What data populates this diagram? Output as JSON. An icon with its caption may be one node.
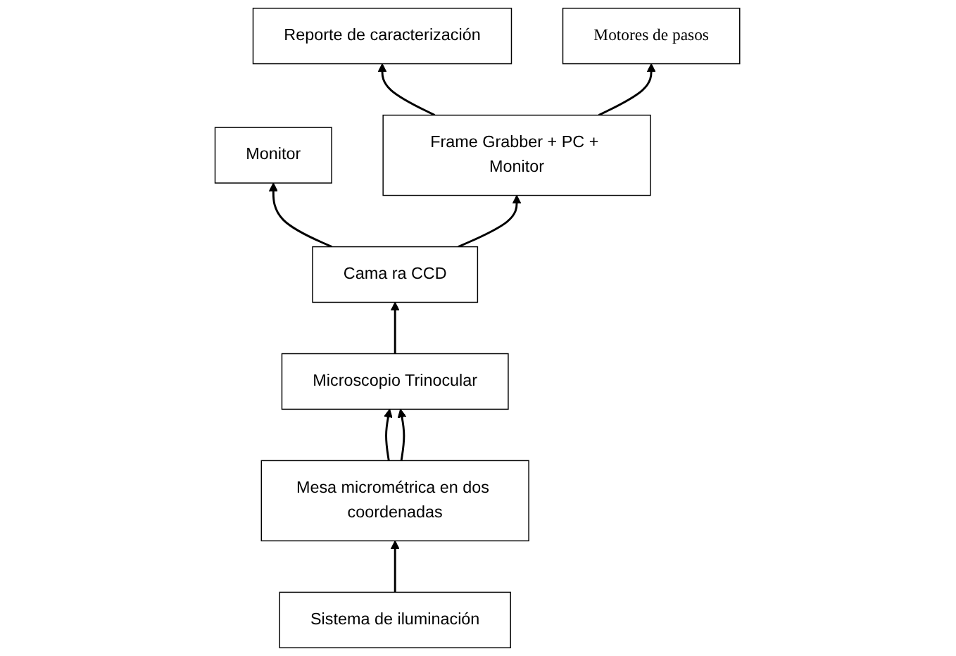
{
  "diagram": {
    "nodes": [
      {
        "text": [
          "Monitor"
        ]
      },
      {
        "text": [
          "Frame Grabber + PC + Monitor"
        ]
      },
      {
        "text": [
          "Cama ra CCD"
        ]
      },
      {
        "text": [
          "Reporte de caracterización"
        ]
      },
      {
        "text": [
          "Sistema de iluminación"
        ]
      },
      {
        "text": [
          "Microscopio Trinocular"
        ]
      },
      {
        "text": [
          "Mesa micrométrica en dos coordenadas"
        ]
      },
      {
        "text": [
          "Motores de pasos"
        ]
      }
    ],
    "edges": [
      {
        "from": 2,
        "to": 0,
        "arrow": "to"
      },
      {
        "from": 2,
        "to": 1,
        "arrow": "to"
      },
      {
        "from": 5,
        "to": 2,
        "arrow": "to"
      },
      {
        "from": 1,
        "to": 3,
        "arrow": "to"
      },
      {
        "from": 1,
        "to": 7,
        "arrow": "to"
      },
      {
        "from": 4,
        "to": 6,
        "arrow": "to"
      },
      {
        "from": 6,
        "to": 5,
        "arrow": "to"
      },
      {
        "from": 6,
        "to": 5,
        "arrow": "to"
      }
    ]
  }
}
